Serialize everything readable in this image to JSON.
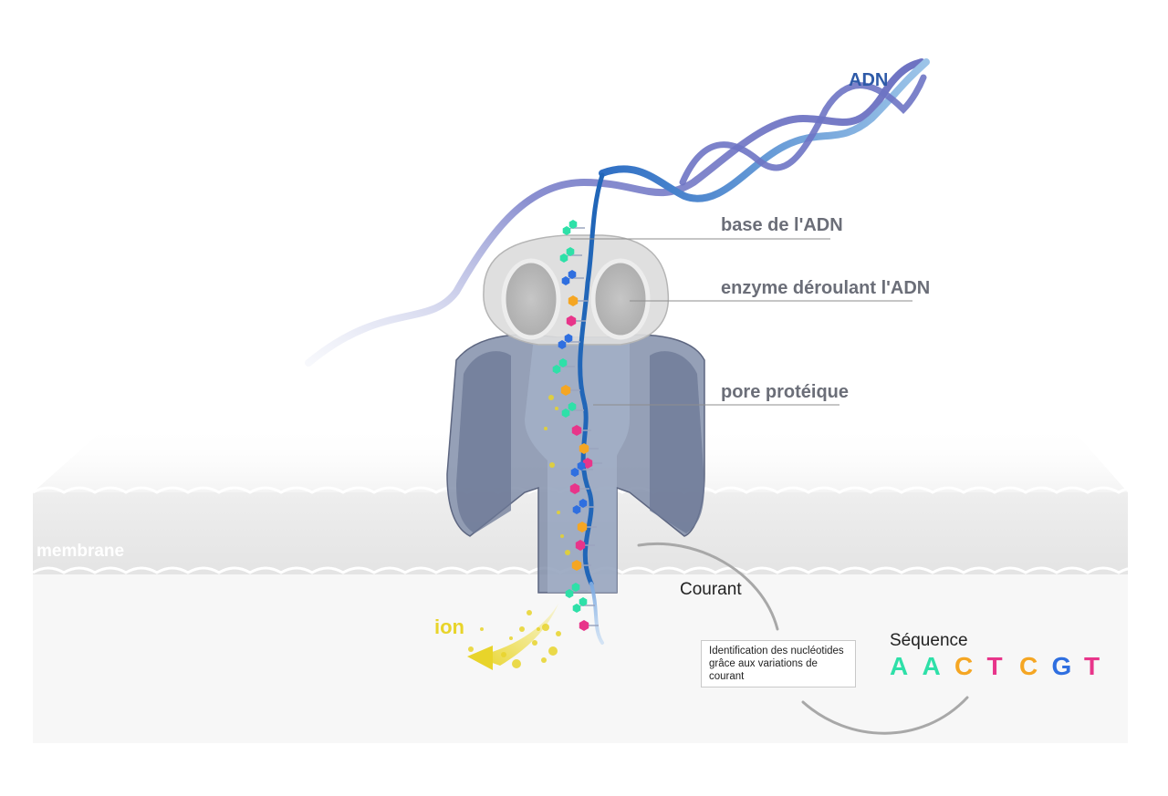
{
  "labels": {
    "dna": "ADN",
    "dna_base": "base de l'ADN",
    "enzyme": "enzyme déroulant l'ADN",
    "pore": "pore protéique",
    "membrane": "membrane",
    "ion": "ion",
    "current": "Courant",
    "sequence_title": "Séquence"
  },
  "caption": "Identification des nucléotides grâce aux variations de courant",
  "sequence": [
    {
      "letter": "A",
      "color": "#2ee0a8"
    },
    {
      "letter": "A",
      "color": "#2ee0a8"
    },
    {
      "letter": "C",
      "color": "#f5a623"
    },
    {
      "letter": "T",
      "color": "#e8358a"
    },
    {
      "letter": "C",
      "color": "#f5a623"
    },
    {
      "letter": "G",
      "color": "#2f6fe0"
    },
    {
      "letter": "T",
      "color": "#e8358a"
    }
  ],
  "colors": {
    "base_green": "#2ee0a8",
    "base_blue": "#2f6fe0",
    "base_orange": "#f5a623",
    "base_pink": "#e8358a",
    "dna_label": "#2e5aa8",
    "ion": "#e8d42a",
    "label_gray": "#6b6e78"
  }
}
